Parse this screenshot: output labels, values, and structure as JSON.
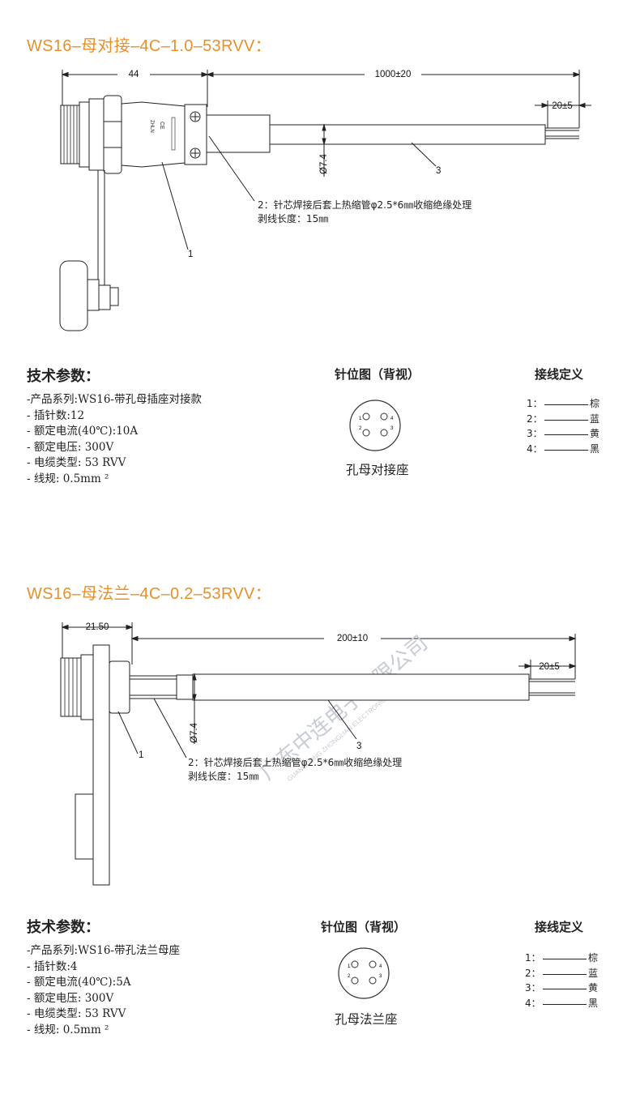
{
  "sections": [
    {
      "title": "WS16–母对接–4C–1.0–53RVV：",
      "drawing": {
        "dim_overall": "44",
        "dim_cable": "1000±20",
        "dim_strip": "20±5",
        "dim_diameter": "Ø7.4",
        "callout_1": "1",
        "callout_3": "3",
        "note_line1": "2：针芯焊接后套上热缩管φ2.5*6㎜收缩绝缘处理",
        "note_line2": "剥线长度：15㎜",
        "marking": "ZHLN"
      },
      "spec_heading": "技术参数：",
      "specs": [
        "-产品系列:WS16-带孔母插座对接款",
        "- 插针数:12",
        "- 额定电流(40℃):10A",
        "- 额定电压: 300V",
        "- 电缆类型: 53 RVV",
        "- 线规: 0.5mm ²"
      ],
      "pin_heading": "针位图（背视）",
      "pin_labels": [
        "1",
        "2",
        "3",
        "4"
      ],
      "pin_caption": "孔母对接座",
      "wiring_heading": "接线定义",
      "wiring": [
        {
          "num": "1：",
          "color": "棕"
        },
        {
          "num": "2：",
          "color": "蓝"
        },
        {
          "num": "3：",
          "color": "黄"
        },
        {
          "num": "4：",
          "color": "黑"
        }
      ]
    },
    {
      "title": "WS16–母法兰–4C–0.2–53RVV：",
      "drawing": {
        "dim_overall": "21.50",
        "dim_cable": "200±10",
        "dim_strip": "20±5",
        "dim_diameter": "Ø7.4",
        "callout_1": "1",
        "callout_3": "3",
        "note_line1": "2：针芯焊接后套上热缩管φ2.5*6㎜收缩绝缘处理",
        "note_line2": "剥线长度：15㎜"
      },
      "spec_heading": "技术参数：",
      "specs": [
        "-产品系列:WS16-带孔法兰母座",
        "- 插针数:4",
        "- 额定电流(40℃):5A",
        "- 额定电压: 300V",
        "- 电缆类型: 53 RVV",
        "- 线规: 0.5mm ²"
      ],
      "pin_heading": "针位图（背视）",
      "pin_labels": [
        "1",
        "2",
        "3",
        "4"
      ],
      "pin_caption": "孔母法兰座",
      "wiring_heading": "接线定义",
      "wiring": [
        {
          "num": "1：",
          "color": "棕"
        },
        {
          "num": "2：",
          "color": "蓝"
        },
        {
          "num": "3：",
          "color": "黄"
        },
        {
          "num": "4：",
          "color": "黑"
        }
      ]
    }
  ],
  "watermark": {
    "cn": "广东中连电子有限公司",
    "en": "GUANGDONG ZHONGLIAN ELECTRONICS CO.,LTD"
  },
  "colors": {
    "title": "#e8902b",
    "text": "#222222",
    "watermark": "#c8ccd4"
  }
}
